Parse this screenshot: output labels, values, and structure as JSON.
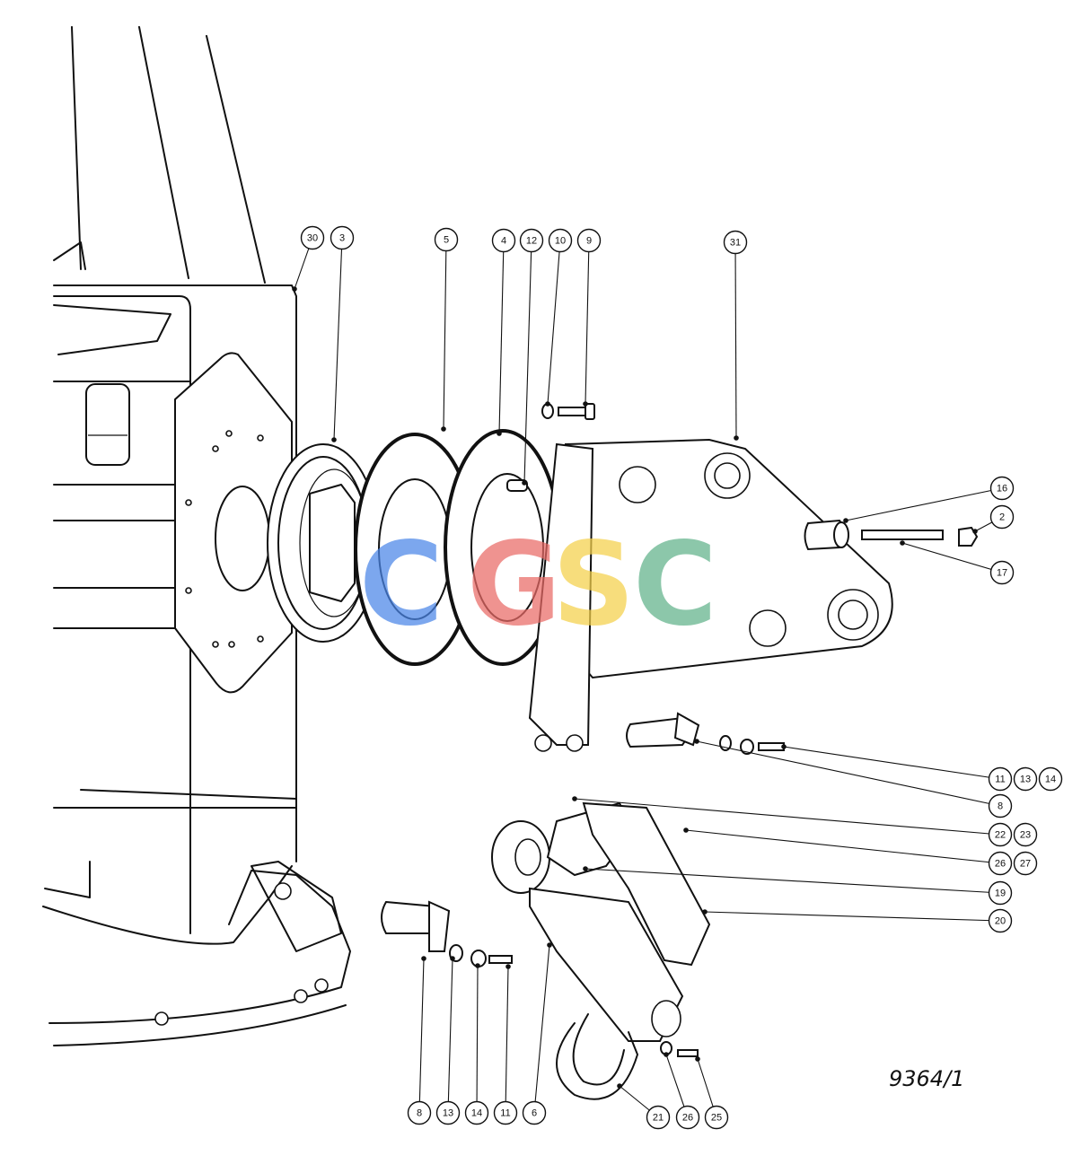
{
  "diagram": {
    "drawing_number": "9364/1",
    "watermark": {
      "letters": [
        "C",
        "G",
        "S",
        "C"
      ],
      "colors": [
        "#4a86e8",
        "#ea6a66",
        "#f4d04a",
        "#60b28a"
      ]
    },
    "callouts": [
      {
        "label": "30"
      },
      {
        "label": "3"
      },
      {
        "label": "5"
      },
      {
        "label": "4"
      },
      {
        "label": "12"
      },
      {
        "label": "10"
      },
      {
        "label": "9"
      },
      {
        "label": "31"
      },
      {
        "label": "16"
      },
      {
        "label": "2"
      },
      {
        "label": "17"
      },
      {
        "label": "11"
      },
      {
        "label": "13"
      },
      {
        "label": "14"
      },
      {
        "label": "8"
      },
      {
        "label": "22"
      },
      {
        "label": "23"
      },
      {
        "label": "26"
      },
      {
        "label": "27"
      },
      {
        "label": "19"
      },
      {
        "label": "20"
      },
      {
        "label": "8"
      },
      {
        "label": "13"
      },
      {
        "label": "14"
      },
      {
        "label": "11"
      },
      {
        "label": "6"
      },
      {
        "label": "21"
      },
      {
        "label": "26"
      },
      {
        "label": "25"
      }
    ]
  }
}
